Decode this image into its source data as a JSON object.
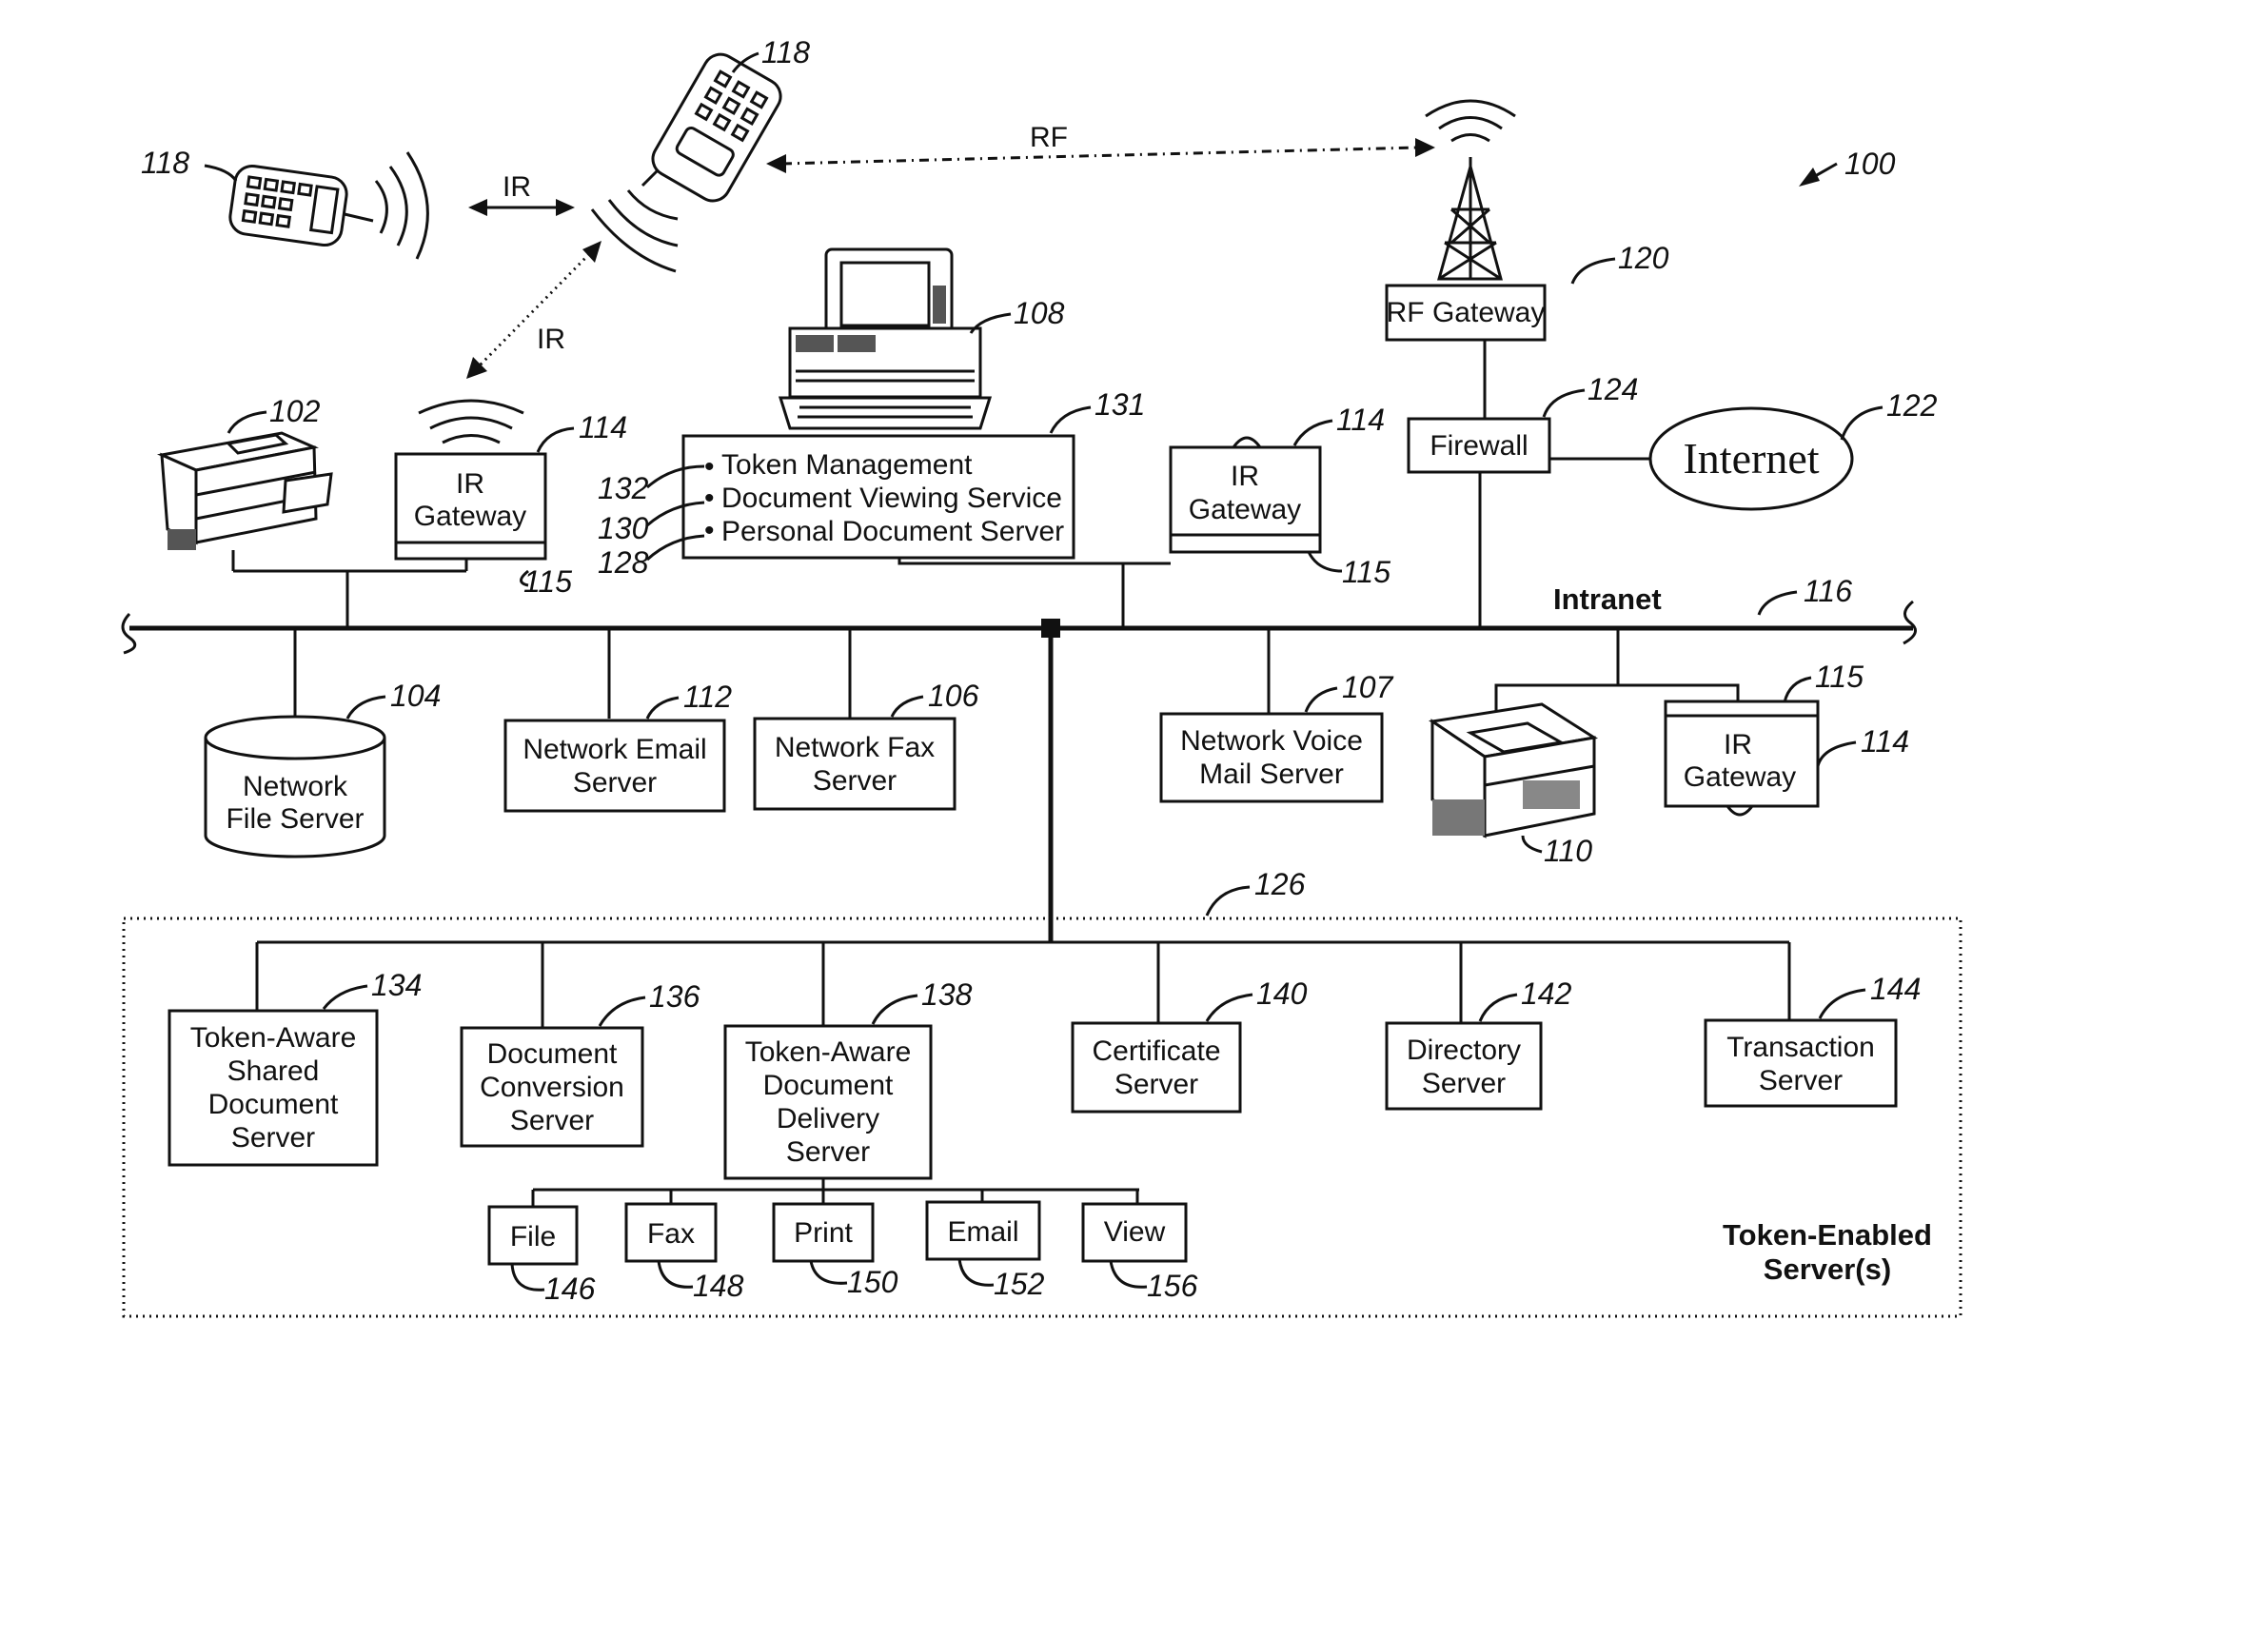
{
  "figure_number": "100",
  "wireless": {
    "ir_label_1": "IR",
    "ir_label_2": "IR",
    "rf_label": "RF",
    "token_device_ref_left": "118",
    "token_device_ref_top": "118"
  },
  "rf_gateway": {
    "label": "RF Gateway",
    "ref": "120"
  },
  "firewall": {
    "label": "Firewall",
    "ref": "124"
  },
  "internet": {
    "label": "Internet",
    "ref": "122"
  },
  "intranet": {
    "label": "Intranet",
    "ref": "116"
  },
  "printer": {
    "ref": "102"
  },
  "ir_gateway_left": {
    "line1": "IR",
    "line2": "Gateway",
    "ref": "114",
    "sub_ref": "115"
  },
  "ir_gateway_mid": {
    "line1": "IR",
    "line2": "Gateway",
    "ref": "114",
    "sub_ref": "115"
  },
  "ir_gateway_right": {
    "line1": "IR",
    "line2": "Gateway",
    "ref": "114",
    "sub_ref": "115"
  },
  "workstation": {
    "ref": "108"
  },
  "services": {
    "ref": "131",
    "items": [
      {
        "label": "Token Management",
        "ref": "132"
      },
      {
        "label": "Document Viewing Service",
        "ref": "130"
      },
      {
        "label": "Personal Document Server",
        "ref": "128"
      }
    ]
  },
  "network_file_server": {
    "line1": "Network",
    "line2": "File Server",
    "ref": "104"
  },
  "network_email_server": {
    "line1": "Network Email",
    "line2": "Server",
    "ref": "112"
  },
  "network_fax_server": {
    "line1": "Network Fax",
    "line2": "Server",
    "ref": "106"
  },
  "network_voice_mail_server": {
    "line1": "Network Voice",
    "line2": "Mail Server",
    "ref": "107"
  },
  "fax_machine": {
    "ref": "110"
  },
  "token_enabled": {
    "ref": "126",
    "caption_line1": "Token-Enabled",
    "caption_line2": "Server(s)",
    "servers": [
      {
        "lines": [
          "Token-Aware",
          "Shared",
          "Document",
          "Server"
        ],
        "ref": "134"
      },
      {
        "lines": [
          "Document",
          "Conversion",
          "Server"
        ],
        "ref": "136"
      },
      {
        "lines": [
          "Token-Aware",
          "Document",
          "Delivery",
          "Server"
        ],
        "ref": "138"
      },
      {
        "lines": [
          "Certificate",
          "Server"
        ],
        "ref": "140"
      },
      {
        "lines": [
          "Directory",
          "Server"
        ],
        "ref": "142"
      },
      {
        "lines": [
          "Transaction",
          "Server"
        ],
        "ref": "144"
      }
    ],
    "delivery_options": [
      {
        "label": "File",
        "ref": "146"
      },
      {
        "label": "Fax",
        "ref": "148"
      },
      {
        "label": "Print",
        "ref": "150"
      },
      {
        "label": "Email",
        "ref": "152"
      },
      {
        "label": "View",
        "ref": "156"
      }
    ]
  }
}
